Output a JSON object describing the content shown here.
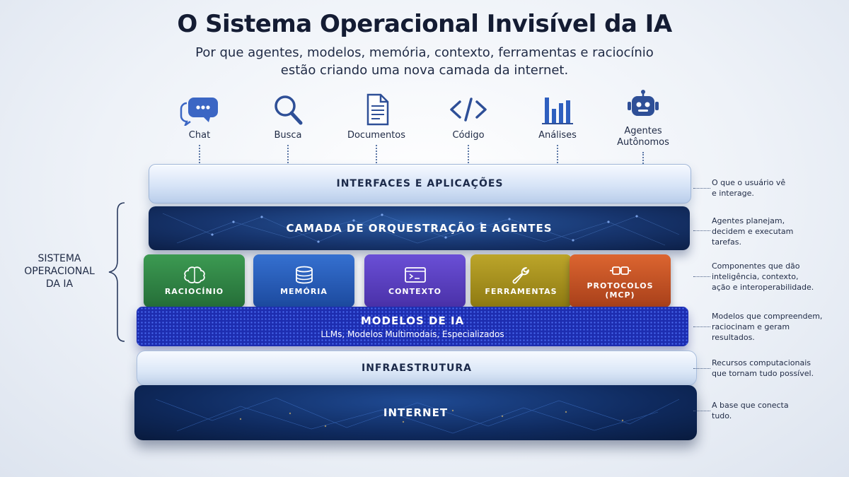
{
  "title": "O Sistema Operacional Invisível da IA",
  "subtitle_line1": "Por que agentes, modelos, memória, contexto, ferramentas e raciocínio",
  "subtitle_line2": "estão criando uma nova camada da internet.",
  "apps": [
    {
      "label": "Chat",
      "icon": "chat-bubble-icon"
    },
    {
      "label": "Busca",
      "icon": "magnifier-icon"
    },
    {
      "label": "Documentos",
      "icon": "document-icon"
    },
    {
      "label": "Código",
      "icon": "code-icon"
    },
    {
      "label": "Análises",
      "icon": "bar-chart-icon"
    },
    {
      "label_line1": "Agentes",
      "label_line2": "Autônomos",
      "icon": "robot-icon"
    }
  ],
  "layers": {
    "interfaces": "INTERFACES E APLICAÇÕES",
    "orquestracao": "CAMADA DE ORQUESTRAÇÃO E AGENTES",
    "modelos": "MODELOS DE IA",
    "modelos_sub": "LLMs, Modelos Multimodais, Especializados",
    "infraestrutura": "INFRAESTRUTURA",
    "internet": "INTERNET"
  },
  "components": [
    {
      "label": "RACIOCÍNIO",
      "icon": "brain-icon",
      "color": "#2f8a45"
    },
    {
      "label": "MEMÓRIA",
      "icon": "database-icon",
      "color": "#2459b8"
    },
    {
      "label": "CONTEXTO",
      "icon": "window-icon",
      "color": "#5b3fc4"
    },
    {
      "label": "FERRAMENTAS",
      "icon": "wrench-icon",
      "color": "#a89216"
    },
    {
      "label_line1": "PROTOCOLOS",
      "label_line2": "(MCP)",
      "icon": "plug-icon",
      "color": "#c9521f"
    }
  ],
  "side_label": {
    "line1": "SISTEMA",
    "line2": "OPERACIONAL",
    "line3": "DA IA"
  },
  "annotations": [
    {
      "line1": "O que o usuário vê",
      "line2": "e interage."
    },
    {
      "line1": "Agentes planejam,",
      "line2": "decidem e executam",
      "line3": "tarefas."
    },
    {
      "line1": "Componentes que dão",
      "line2": "inteligência, contexto,",
      "line3": "ação e interoperabilidade."
    },
    {
      "line1": "Modelos que compreendem,",
      "line2": "raciocinam e geram",
      "line3": "resultados."
    },
    {
      "line1": "Recursos computacionais",
      "line2": "que tornam tudo possível."
    },
    {
      "line1": "A base que conecta",
      "line2": "tudo."
    }
  ],
  "colors": {
    "accent": "#1d4a8f",
    "text": "#1f2a45"
  }
}
